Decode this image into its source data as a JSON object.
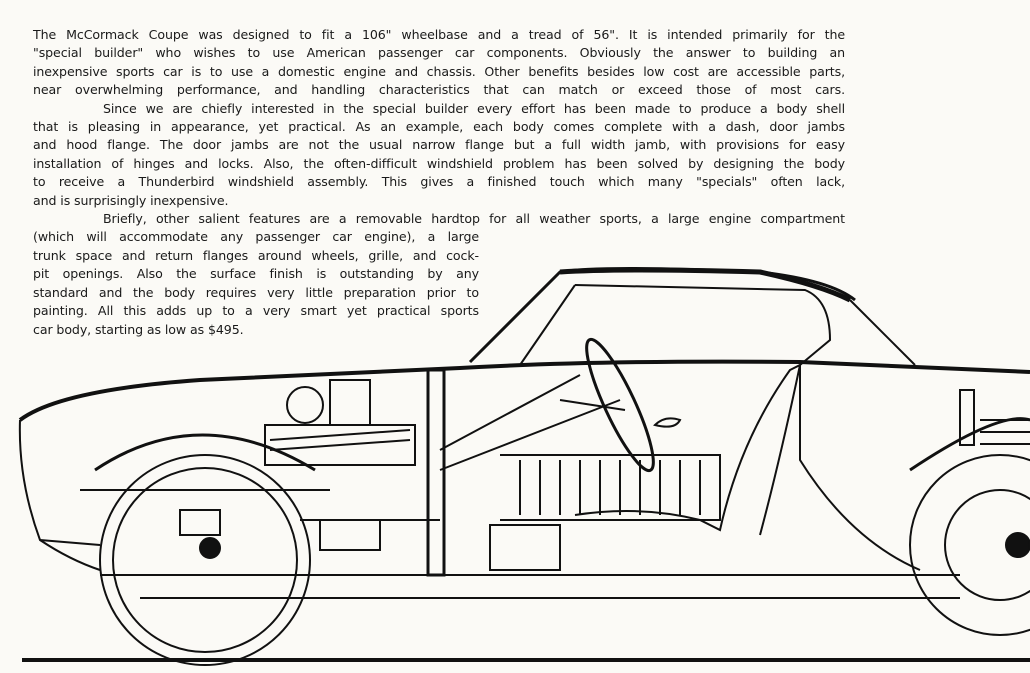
{
  "brochure": {
    "paragraphs": [
      {
        "lines": [
          "The McCormack Coupe was designed to fit a 106\" wheelbase and a tread of 56\". It is intended primarily for the",
          "\"special builder\" who wishes to use American passenger car components. Obviously the answer to building an",
          "inexpensive sports car is to use a domestic engine and chassis. Other benefits besides low cost are accessible parts,",
          "near overwhelming performance, and handling characteristics that can match or exceed those of most cars."
        ]
      },
      {
        "lines": [
          "Since we are chiefly interested in the special builder every effort has been made to produce a body shell",
          "that is pleasing in appearance, yet practical. As an example, each body comes complete with a dash, door jambs",
          "and hood flange. The door jambs are not the usual narrow flange but a full width jamb, with provisions for easy",
          "installation of hinges and locks. Also, the often-difficult windshield problem has been solved by designing the body",
          "to receive a Thunderbird windshield assembly. This gives a finished touch which many \"specials\" often lack,",
          "and is surprisingly inexpensive."
        ]
      },
      {
        "lines": [
          "Briefly, other salient features are a removable hardtop for all weather sports, a large engine compartment",
          "(which will accommodate any passenger car engine), a large",
          "trunk space and return flanges around wheels, grille, and cock-",
          "pit openings. Also the surface finish is outstanding by any",
          "standard and the body requires very little preparation prior to",
          "painting. All this adds up to a very smart yet practical sports",
          "car body, starting as low as $495."
        ]
      }
    ]
  }
}
